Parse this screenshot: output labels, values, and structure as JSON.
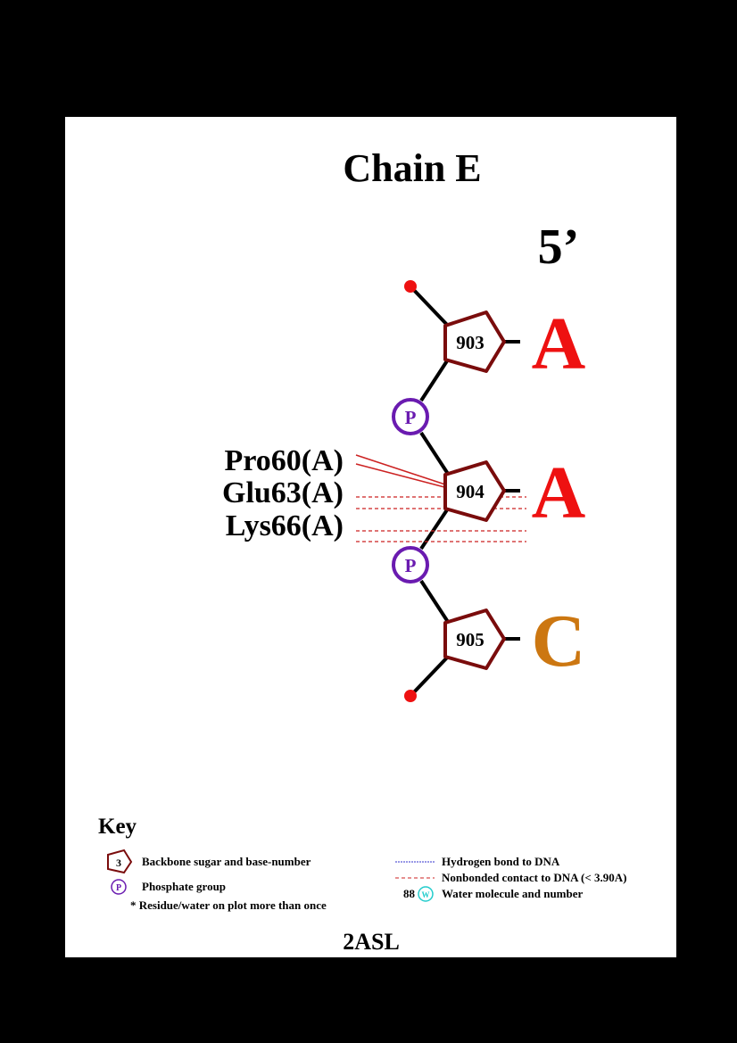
{
  "title": "Chain E",
  "end_label": "5’",
  "pdb_id": "2ASL",
  "colors": {
    "background": "#000000",
    "panel": "#ffffff",
    "sugar": "#7a0c0c",
    "phosphate": "#6a1bb0",
    "phosphate_end": "#ee1111",
    "base_A": "#ee1111",
    "base_C": "#cc7711",
    "hbond": "#3333cc",
    "nonbonded": "#cc2222",
    "water": "#22cccc"
  },
  "nucleotides": [
    {
      "number": "903",
      "base": "A",
      "base_color": "#ee1111"
    },
    {
      "number": "904",
      "base": "A",
      "base_color": "#ee1111"
    },
    {
      "number": "905",
      "base": "C",
      "base_color": "#cc7711"
    }
  ],
  "phosphate_label": "P",
  "residues": [
    "Pro60(A)",
    "Glu63(A)",
    "Lys66(A)"
  ],
  "key": {
    "title": "Key",
    "sugar_example_number": "3",
    "sugar_label": "Backbone sugar and base-number",
    "phosphate_example": "P",
    "phosphate_label": "Phosphate group",
    "repeat_note": "* Residue/water on plot more than once",
    "hbond_label": "Hydrogen bond to DNA",
    "nonbonded_label": "Nonbonded contact to DNA (< 3.90A)",
    "water_example_number": "88",
    "water_example_symbol": "W",
    "water_label": "Water molecule and number"
  }
}
